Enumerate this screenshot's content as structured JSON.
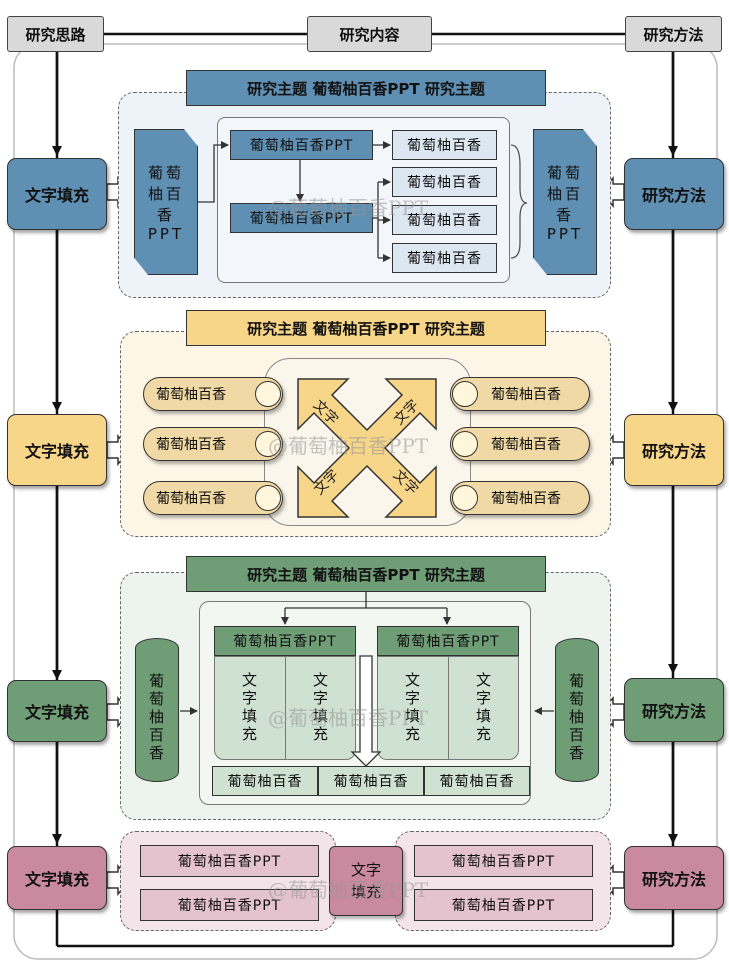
{
  "headers": {
    "left": "研究思路",
    "center": "研究内容",
    "right": "研究方法"
  },
  "side_labels": {
    "left": "文字填充",
    "right": "研究方法"
  },
  "watermark": "@葡萄柚百香PPT",
  "colors": {
    "blue": "#5f8fb2",
    "yellow": "#f7d589",
    "green": "#6e9d76",
    "pink": "#c98aa0"
  },
  "section1": {
    "title": "研究主题  葡萄柚百香PPT  研究主题",
    "left_block": "葡萄柚百香PPT",
    "right_block": "葡萄柚百香PPT",
    "main_boxes": [
      "葡萄柚百香PPT",
      "葡萄柚百香PPT"
    ],
    "small_boxes": [
      "葡萄柚百香",
      "葡萄柚百香",
      "葡萄柚百香",
      "葡萄柚百香"
    ]
  },
  "section2": {
    "title": "研究主题  葡萄柚百香PPT  研究主题",
    "pills_left": [
      "葡萄柚百香",
      "葡萄柚百香",
      "葡萄柚百香"
    ],
    "pills_right": [
      "葡萄柚百香",
      "葡萄柚百香",
      "葡萄柚百香"
    ],
    "arrow_texts": [
      "文字",
      "文字",
      "文字",
      "文字"
    ]
  },
  "section3": {
    "title": "研究主题  葡萄柚百香PPT  研究主题",
    "cylinder_left": "葡萄柚百香",
    "cylinder_right": "葡萄柚百香",
    "headers": [
      "葡萄柚百香PPT",
      "葡萄柚百香PPT"
    ],
    "cells": [
      "文字填充",
      "文字填充",
      "文字填充",
      "文字填充"
    ],
    "bottom": [
      "葡萄柚百香",
      "葡萄柚百香",
      "葡萄柚百香"
    ]
  },
  "section4": {
    "left_boxes": [
      "葡萄柚百香PPT",
      "葡萄柚百香PPT"
    ],
    "center": "文字填充",
    "right_boxes": [
      "葡萄柚百香PPT",
      "葡萄柚百香PPT"
    ]
  }
}
